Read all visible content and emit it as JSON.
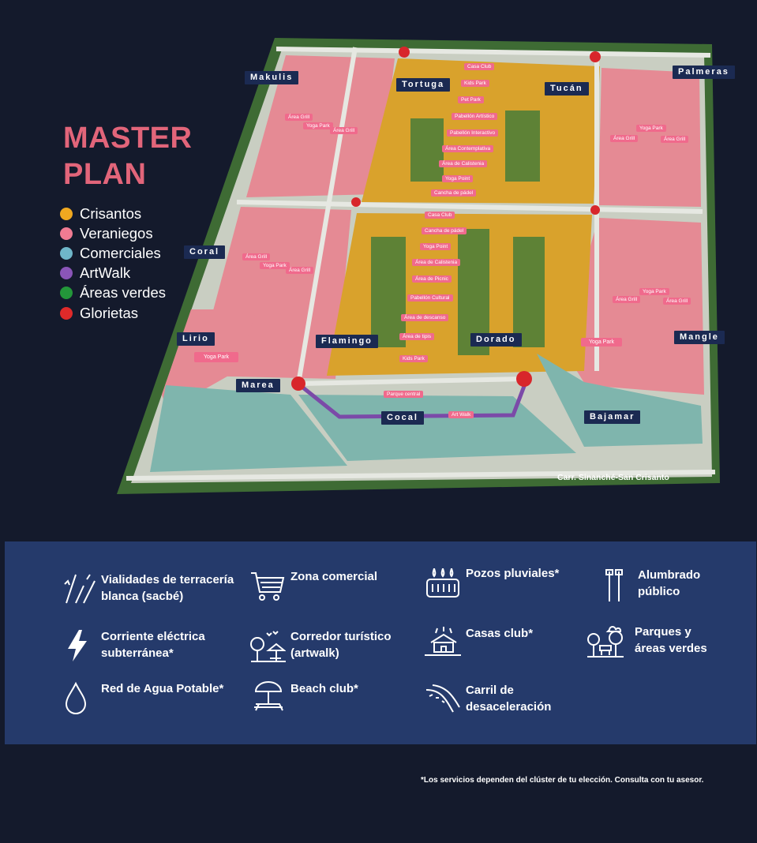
{
  "title": {
    "line1": "MASTER",
    "line2": "PLAN"
  },
  "legend": [
    {
      "label": "Crisantos",
      "color": "#f0a820"
    },
    {
      "label": "Veraniegos",
      "color": "#f07b92"
    },
    {
      "label": "Comerciales",
      "color": "#6fb6c9"
    },
    {
      "label": "ArtWalk",
      "color": "#8a55b8"
    },
    {
      "label": "Áreas verdes",
      "color": "#23973a"
    },
    {
      "label": "Glorietas",
      "color": "#e02a2a"
    }
  ],
  "map": {
    "colors": {
      "crisantos": "#d9a22c",
      "veraniegos": "#e58a94",
      "comerciales": "#7fb5ad",
      "artwalk": "#7b4aa8",
      "glorieta": "#d8262b",
      "label_bg": "#1b2a52",
      "amenity_bg": "#f06a8c"
    },
    "zones": {
      "makulis": "Makulis",
      "tortuga": "Tortuga",
      "tucan": "Tucán",
      "palmeras": "Palmeras",
      "coral": "Coral",
      "lirio": "Lirio",
      "flamingo": "Flamingo",
      "dorado": "Dorado",
      "mangle": "Mangle",
      "marea": "Marea",
      "cocal": "Cocal",
      "bajamar": "Bajamar"
    },
    "road": "Carr. Sinanché-San Crisanto",
    "amenities": {
      "tortuga_1": "Casa Club",
      "tortuga_2": "Kids Park",
      "tortuga_3": "Pet Park",
      "tortuga_4": "Pabellón Artístico",
      "tortuga_5": "Pabellón Interactivo",
      "tortuga_6": "Área Contemplativa",
      "tortuga_7": "Área de Calistenia",
      "tortuga_8": "Yoga Point",
      "tortuga_9": "Cancha de pádel",
      "flamingo_1": "Casa Club",
      "flamingo_2": "Cancha de pádel",
      "flamingo_3": "Yoga Point",
      "flamingo_4": "Área de Calistenia",
      "flamingo_5": "Área de Picnic",
      "flamingo_6": "Pabellón Cultural",
      "flamingo_7": "Área de descanso",
      "flamingo_8": "Área de tipis",
      "flamingo_9": "Kids Park",
      "parque_central": "Parque central",
      "art_walk": "Art Walk",
      "makulis_grill_1": "Área Grill",
      "makulis_yoga": "Yoga Park",
      "makulis_grill_2": "Área Grill",
      "palmeras_yoga": "Yoga Park",
      "palmeras_grill_1": "Área Grill",
      "palmeras_grill_2": "Área Grill",
      "coral_grill_1": "Área Grill",
      "coral_yoga": "Yoga Park",
      "coral_grill_2": "Área Grill",
      "mangle_yoga_1": "Yoga Park",
      "mangle_grill_1": "Área Grill",
      "mangle_grill_2": "Área Grill",
      "mangle_yoga_2": "Yoga Park",
      "lirio_yoga": "Yoga Park"
    }
  },
  "services": [
    {
      "label": "Vialidades de terracería\nblanca (sacbé)",
      "icon": "road-lines-icon"
    },
    {
      "label": "Zona comercial",
      "icon": "shopping-cart-icon"
    },
    {
      "label": "Pozos pluviales*",
      "icon": "rain-well-icon"
    },
    {
      "label": "Alumbrado\npúblico",
      "icon": "street-lamp-icon"
    },
    {
      "label": "Corriente eléctrica\nsubterránea*",
      "icon": "lightning-icon"
    },
    {
      "label": "Corredor turístico\n(artwalk)",
      "icon": "tourist-corridor-icon"
    },
    {
      "label": "Casas club*",
      "icon": "clubhouse-icon"
    },
    {
      "label": "Parques y\náreas verdes",
      "icon": "park-icon"
    },
    {
      "label": "Red de Agua Potable*",
      "icon": "water-drop-icon"
    },
    {
      "label": "Beach club*",
      "icon": "beach-umbrella-icon"
    },
    {
      "label": "Carril de\ndesaceleración",
      "icon": "deceleration-lane-icon"
    }
  ],
  "footnote": "*Los servicios dependen del clúster de tu elección. Consulta con tu asesor."
}
